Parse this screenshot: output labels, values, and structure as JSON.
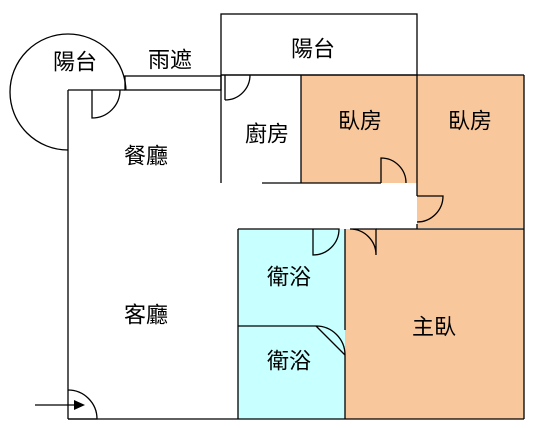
{
  "colors": {
    "bedroom": "#f9c79c",
    "bathroom": "#c8ffff",
    "wall": "#000000",
    "background": "#ffffff"
  },
  "rooms": {
    "balcony_round": "陽台",
    "canopy": "雨遮",
    "balcony_top": "陽台",
    "kitchen": "廚房",
    "bedroom_1": "臥房",
    "bedroom_2": "臥房",
    "dining": "餐廳",
    "living": "客廳",
    "bath_1": "衛浴",
    "bath_2": "衛浴",
    "master_bedroom": "主臥"
  },
  "icons": {
    "entrance": "arrow-right-icon",
    "door": "door-swing-icon"
  }
}
